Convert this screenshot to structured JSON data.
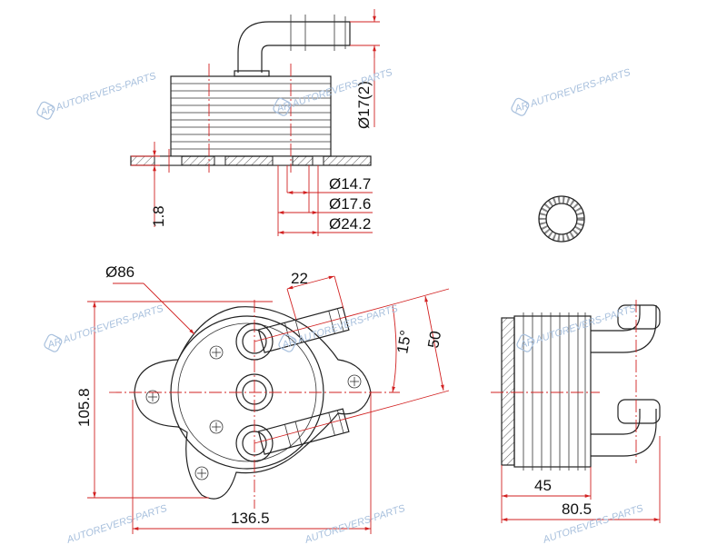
{
  "watermark": {
    "text": "AUTOREVERS-PARTS",
    "logo": "AR"
  },
  "top_view": {
    "dim_outlet": "Ø17(2)",
    "dim_thickness": "1.8",
    "dim_d1": "Ø14.7",
    "dim_d2": "Ø17.6",
    "dim_d3": "Ø24.2"
  },
  "plan_view": {
    "dim_body": "Ø86",
    "dim_pipe": "22",
    "dim_angle": "15°",
    "dim_spacing": "50",
    "dim_height": "105.8",
    "dim_width": "136.5"
  },
  "side_view": {
    "dim_depth": "45",
    "dim_total": "80.5"
  },
  "icons": [
    "oring-icon",
    "logo-icon"
  ]
}
